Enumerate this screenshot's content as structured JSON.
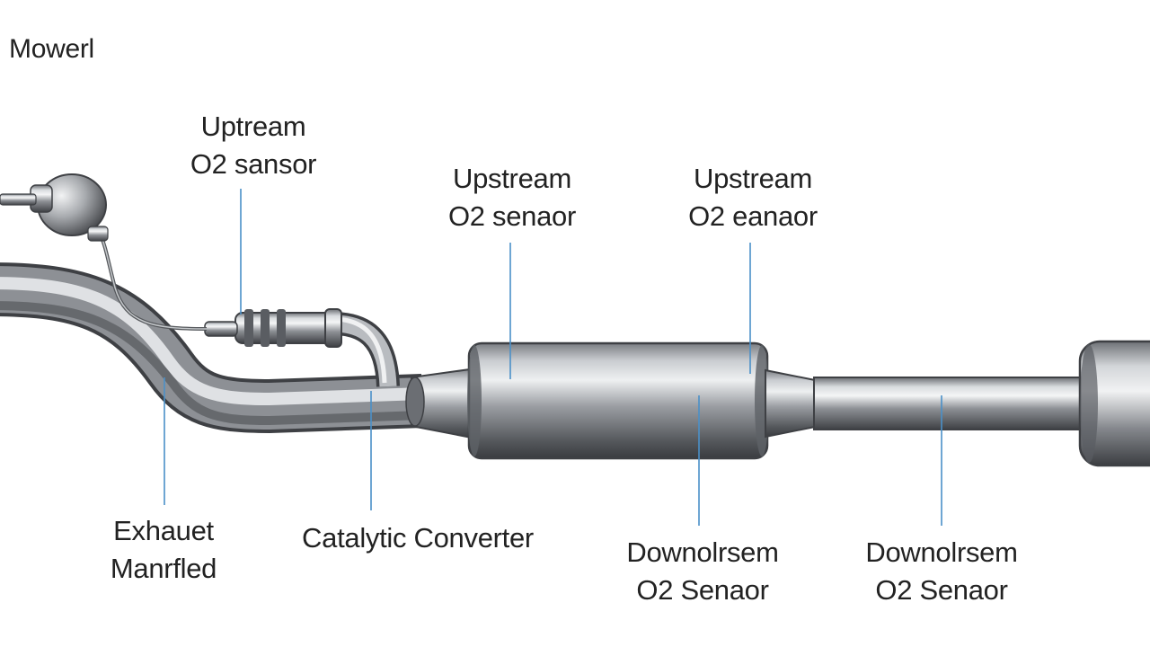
{
  "diagram": {
    "corner_label": "Mowerl",
    "labels": {
      "upstream_sensor_1": [
        "Uptream",
        "O2 sansor"
      ],
      "upstream_sensor_2": [
        "Upstream",
        "O2 senaor"
      ],
      "upstream_sensor_3": [
        "Upstream",
        "O2 eanaor"
      ],
      "exhaust_manifold": [
        "Exhauet",
        "Manrfled"
      ],
      "catalytic_converter": "Catalytic Converter",
      "downstream_sensor_1": [
        "Downolrsem",
        "O2 Senaor"
      ],
      "downstream_sensor_2": [
        "Downolrsem",
        "O2 Senaor"
      ]
    },
    "colors": {
      "leader_line": "#4a90c8",
      "metal_dark": "#4a4d52",
      "metal_mid": "#8c9096",
      "metal_light": "#dfe2e5"
    }
  }
}
